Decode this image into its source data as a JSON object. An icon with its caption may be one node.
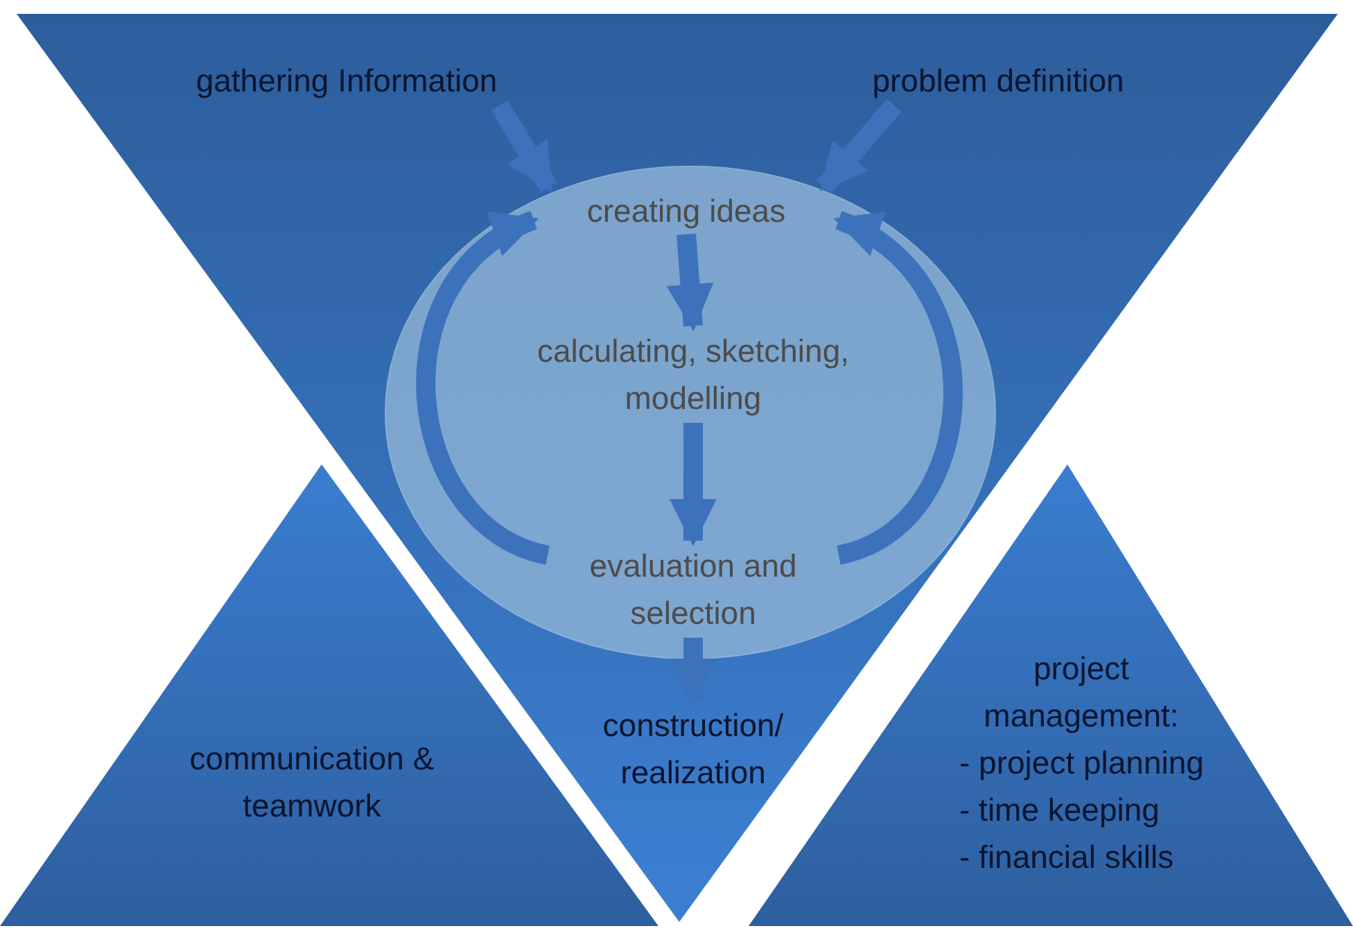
{
  "diagram": {
    "nodes": [
      {
        "text": [],
        "shape": "triangle"
      },
      {
        "text": [
          "gathering Information"
        ],
        "in": 0
      },
      {
        "text": [
          "problem definition"
        ],
        "in": 0
      },
      {
        "text": [],
        "shape": "circle",
        "in": 0
      },
      {
        "text": [
          "creating ideas"
        ],
        "in": 3
      },
      {
        "text": [
          "calculating, sketching, modelling"
        ],
        "in": 3
      },
      {
        "text": [
          "evaluation and selection"
        ],
        "in": 3
      },
      {
        "text": [
          "construction/ realization"
        ],
        "in": 0
      },
      {
        "text": [
          "communication & teamwork"
        ]
      },
      {
        "text": [
          "project management:",
          "- project planning",
          "- time keeping",
          "- financial skills"
        ]
      }
    ],
    "edges": [
      {
        "from": 1,
        "to": 4,
        "arrow": "to"
      },
      {
        "from": 2,
        "to": 4,
        "arrow": "to"
      },
      {
        "from": 4,
        "to": 5,
        "arrow": "to"
      },
      {
        "from": 5,
        "to": 6,
        "arrow": "to"
      },
      {
        "from": 6,
        "to": 7,
        "arrow": "to"
      },
      {
        "from": 6,
        "to": 4,
        "arrow": "to"
      },
      {
        "from": 6,
        "to": 4,
        "arrow": "to"
      }
    ]
  }
}
